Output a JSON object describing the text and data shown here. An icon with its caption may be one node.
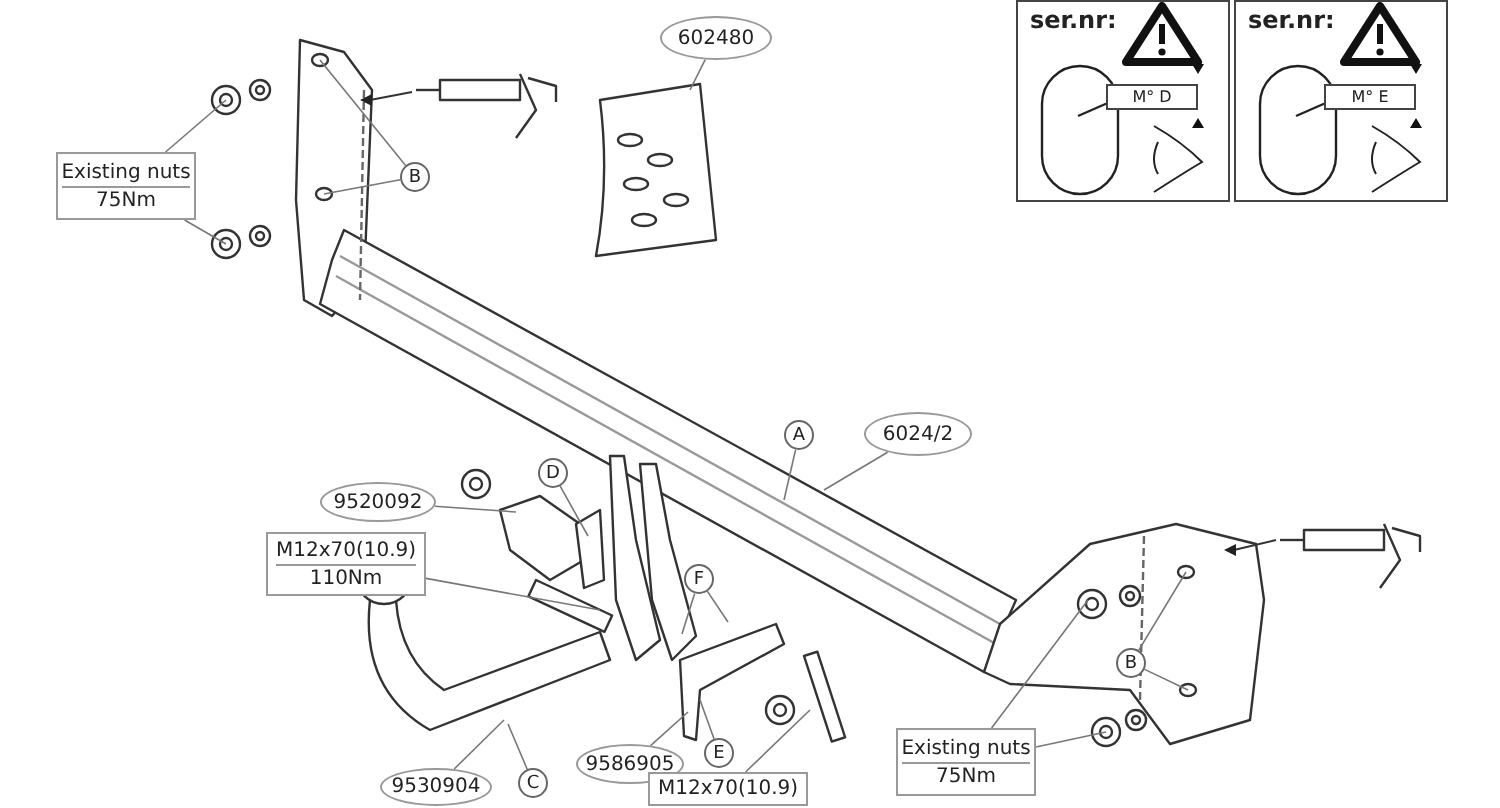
{
  "diagram": {
    "nodes": [
      {
        "text": [
          "Existing nuts",
          "75Nm"
        ]
      },
      {
        "text": [
          "B"
        ]
      },
      {
        "text": [
          "602480"
        ]
      },
      {
        "text": [
          "A"
        ]
      },
      {
        "text": [
          "6024/2"
        ]
      },
      {
        "text": [
          "9520092"
        ]
      },
      {
        "text": [
          "D"
        ]
      },
      {
        "text": [
          "M12x70(10.9)",
          "110Nm"
        ]
      },
      {
        "text": [
          "F"
        ]
      },
      {
        "text": [
          "9586905"
        ]
      },
      {
        "text": [
          "E"
        ]
      },
      {
        "text": [
          "C"
        ]
      },
      {
        "text": [
          "9530904"
        ]
      },
      {
        "text": [
          "M12x70(10.9)"
        ]
      },
      {
        "text": [
          "B"
        ]
      },
      {
        "text": [
          "Existing nuts",
          "75Nm"
        ]
      },
      {
        "text": [
          "ser.nr:"
        ]
      },
      {
        "text": [
          "ser.nr:"
        ]
      },
      {
        "text": [
          "M° D"
        ],
        "in": 16
      },
      {
        "text": [
          "M° E"
        ],
        "in": 17
      }
    ],
    "edges": [
      {
        "from": 0,
        "to": null,
        "arrow": "none"
      },
      {
        "from": 0,
        "to": null,
        "arrow": "none"
      },
      {
        "from": 1,
        "to": null,
        "arrow": "none"
      },
      {
        "from": 1,
        "to": null,
        "arrow": "none"
      },
      {
        "from": 2,
        "to": null,
        "arrow": "none"
      },
      {
        "from": 3,
        "to": null,
        "arrow": "none"
      },
      {
        "from": 4,
        "to": null,
        "arrow": "none"
      },
      {
        "from": 5,
        "to": null,
        "arrow": "none"
      },
      {
        "from": 6,
        "to": null,
        "arrow": "none"
      },
      {
        "from": 7,
        "to": null,
        "arrow": "none"
      },
      {
        "from": 8,
        "to": null,
        "arrow": "none"
      },
      {
        "from": 8,
        "to": null,
        "arrow": "none"
      },
      {
        "from": 9,
        "to": null,
        "arrow": "none"
      },
      {
        "from": 10,
        "to": null,
        "arrow": "none"
      },
      {
        "from": 11,
        "to": null,
        "arrow": "none"
      },
      {
        "from": 12,
        "to": null,
        "arrow": "none"
      },
      {
        "from": 13,
        "to": null,
        "arrow": "none"
      },
      {
        "from": 14,
        "to": null,
        "arrow": "none"
      },
      {
        "from": 14,
        "to": null,
        "arrow": "none"
      },
      {
        "from": 15,
        "to": null,
        "arrow": "none"
      },
      {
        "from": 15,
        "to": null,
        "arrow": "none"
      }
    ]
  }
}
